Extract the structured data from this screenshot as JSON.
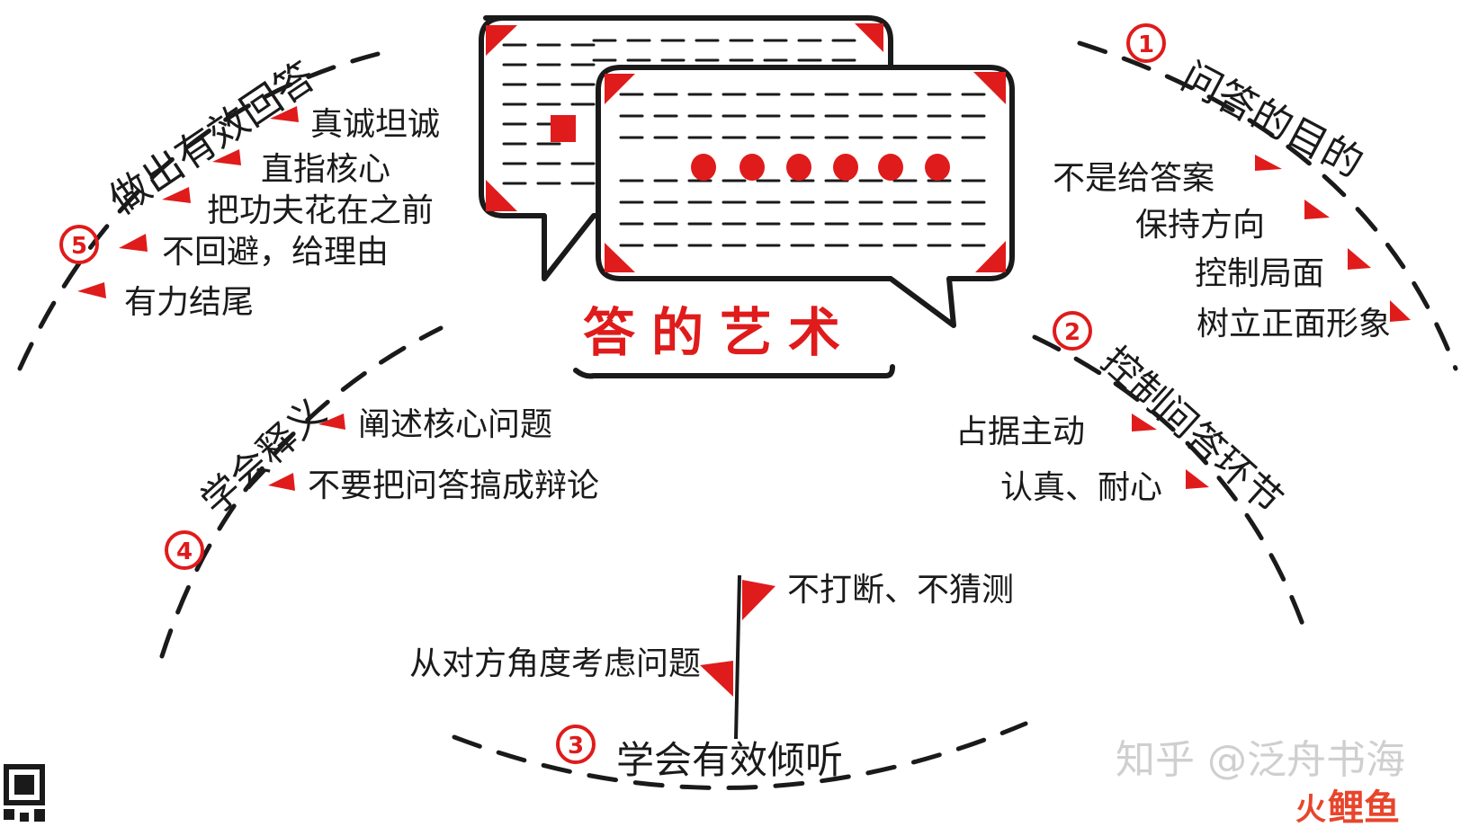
{
  "title": "答的艺术",
  "sections": [
    {
      "id": "purpose",
      "number": "1",
      "heading": "问答的目的",
      "items": [
        "不是给答案",
        "保持方向",
        "控制局面",
        "树立正面形象"
      ]
    },
    {
      "id": "control",
      "number": "2",
      "heading": "控制问答环节",
      "items": [
        "占据主动",
        "认真、耐心"
      ]
    },
    {
      "id": "listen",
      "number": "3",
      "heading": "学会有效倾听",
      "items": [
        "不打断、不猜测",
        "从对方角度考虑问题"
      ]
    },
    {
      "id": "explain",
      "number": "4",
      "heading": "学会释义",
      "items": [
        "阐述核心问题",
        "不要把问答搞成辩论"
      ]
    },
    {
      "id": "answer",
      "number": "5",
      "heading": "做出有效回答",
      "items": [
        "真诚坦诚",
        "直指核心",
        "把功夫花在之前",
        "不回避，给理由",
        "有力结尾"
      ]
    }
  ],
  "watermark": {
    "zhihu": "知乎 @泛舟书海",
    "logo_left": "火",
    "logo_right": "鲤鱼"
  },
  "colors": {
    "accent": "#e01b1b",
    "ink": "#1a1a1a"
  },
  "icons": [
    "speech-bubble-icon",
    "qr-code-icon",
    "flag-icon"
  ]
}
